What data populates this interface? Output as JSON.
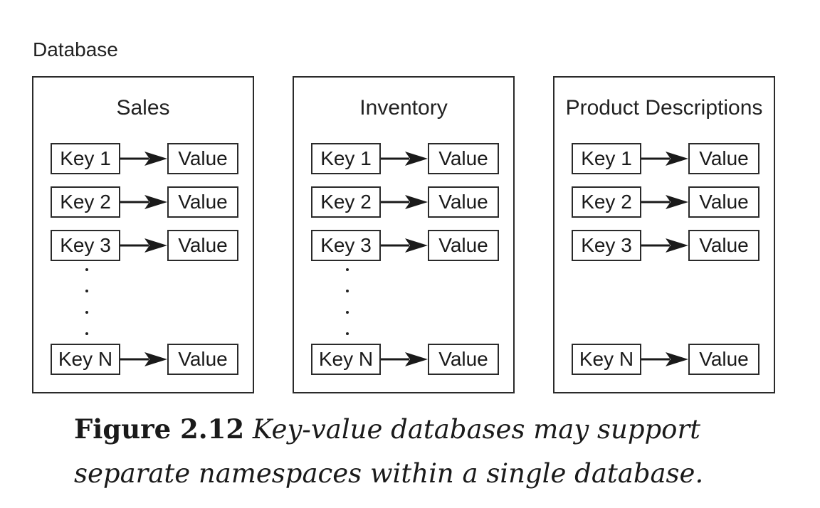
{
  "diagram": {
    "database_label": "Database",
    "namespaces": [
      {
        "title": "Sales",
        "rows": [
          {
            "key": "Key 1",
            "value": "Value"
          },
          {
            "key": "Key 2",
            "value": "Value"
          },
          {
            "key": "Key 3",
            "value": "Value"
          },
          {
            "key": "Key N",
            "value": "Value"
          }
        ],
        "has_ellipsis": true
      },
      {
        "title": "Inventory",
        "rows": [
          {
            "key": "Key 1",
            "value": "Value"
          },
          {
            "key": "Key 2",
            "value": "Value"
          },
          {
            "key": "Key 3",
            "value": "Value"
          },
          {
            "key": "Key N",
            "value": "Value"
          }
        ],
        "has_ellipsis": true
      },
      {
        "title": "Product Descriptions",
        "rows": [
          {
            "key": "Key 1",
            "value": "Value"
          },
          {
            "key": "Key 2",
            "value": "Value"
          },
          {
            "key": "Key 3",
            "value": "Value"
          },
          {
            "key": "Key N",
            "value": "Value"
          }
        ],
        "has_ellipsis": false
      }
    ]
  },
  "caption": {
    "figure_number": "Figure 2.12",
    "text": "Key-value databases may support separate namespaces within a single database."
  }
}
